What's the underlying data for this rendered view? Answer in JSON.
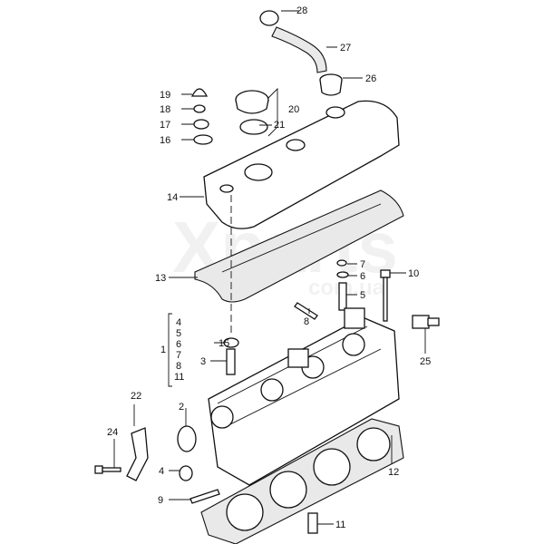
{
  "diagram": {
    "title": "Cylinder head and valve cover exploded view",
    "watermark": {
      "main": "Xparts",
      "sub": "com.ua"
    },
    "callouts": {
      "p1": "1",
      "p2": "2",
      "p3": "3",
      "p4": "4",
      "p5": "5",
      "p6": "6",
      "p7": "7",
      "p8": "8",
      "p9": "9",
      "p10": "10",
      "p11": "11",
      "p12": "12",
      "p13": "13",
      "p14": "14",
      "p15": "15",
      "p16": "16",
      "p17": "17",
      "p18": "18",
      "p19": "19",
      "p20": "20",
      "p21": "21",
      "p22": "22",
      "p24": "24",
      "p25": "25",
      "p26": "26",
      "p27": "27",
      "p28": "28"
    },
    "group_1_items": [
      "4",
      "5",
      "6",
      "7",
      "8",
      "11"
    ]
  }
}
